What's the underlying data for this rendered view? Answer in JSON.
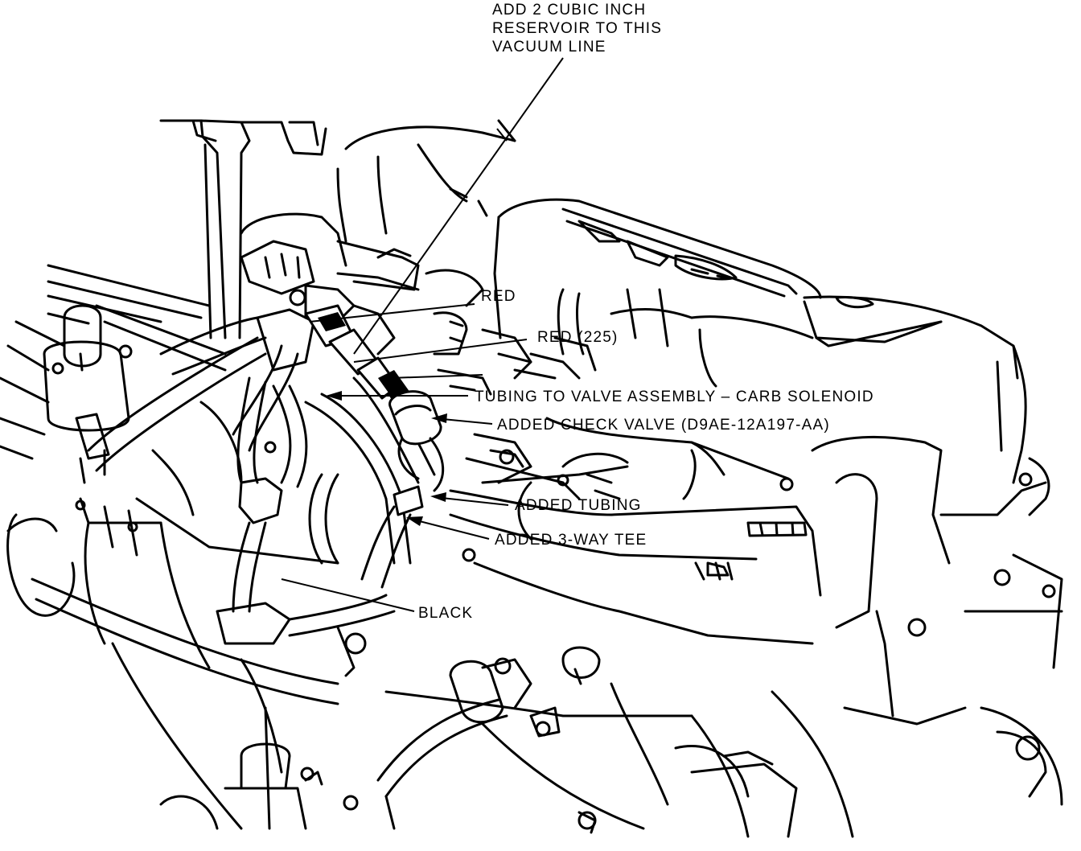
{
  "labels": {
    "reservoir": [
      "ADD 2 CUBIC INCH",
      "RESERVOIR TO THIS",
      "VACUUM LINE"
    ],
    "red": "RED",
    "red_225": "RED (225)",
    "tubing_valve": "TUBING TO VALVE ASSEMBLY – CARB SOLENOID",
    "check_valve": "ADDED CHECK VALVE (D9AE-12A197-AA)",
    "added_tubing": "ADDED TUBING",
    "three_way_tee": "ADDED 3-WAY TEE",
    "black": "BLACK"
  },
  "colors": {
    "ink": "#000000",
    "paper": "#ffffff"
  }
}
